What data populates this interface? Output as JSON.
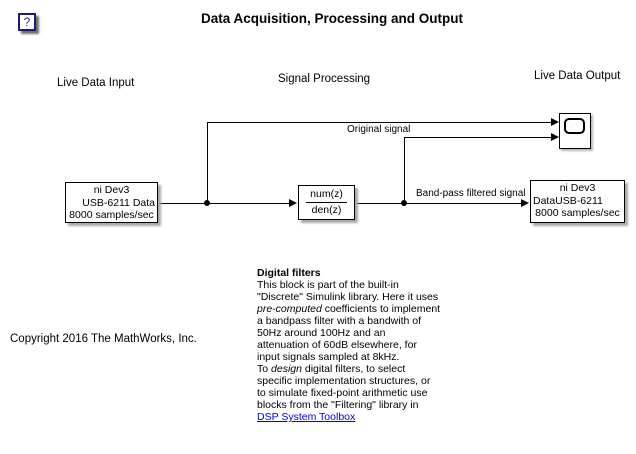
{
  "header": {
    "title": "Data Acquisition, Processing and Output"
  },
  "help_button": {
    "label": "?"
  },
  "section_labels": {
    "input": "Live Data Input",
    "processing": "Signal Processing",
    "output": "Live Data Output"
  },
  "signal_labels": {
    "original": "Original signal",
    "bandpass": "Band-pass filtered signal"
  },
  "blocks": {
    "daq_input": {
      "line1": "ni Dev3",
      "line2": "USB-6211 Data",
      "line3": "8000 samples/sec"
    },
    "filter": {
      "numerator": "num(z)",
      "denominator": "den(z)"
    },
    "daq_output": {
      "line1": "ni Dev3",
      "line2": "DataUSB-6211",
      "line3": "8000 samples/sec"
    }
  },
  "note": {
    "heading": "Digital filters",
    "l1": "This block is part of the built-in",
    "l2": "\"Discrete\" Simulink library. Here it uses",
    "l3a": "pre-computed",
    "l3b": " coefficients to implement",
    "l4": "a bandpass filter with a bandwith of",
    "l5": "50Hz around 100Hz and an",
    "l6": "attenuation of 60dB elsewhere, for",
    "l7": "input signals sampled at 8kHz.",
    "l8a": "To ",
    "l8b": "design",
    "l8c": " digital filters, to select",
    "l9": "specific implementation structures, or",
    "l10": "to simulate fixed-point arithmetic use",
    "l11": "blocks from the \"Filtering\" library in",
    "link": "DSP System Toolbox"
  },
  "footer": {
    "copyright": "Copyright 2016 The MathWorks, Inc."
  },
  "colors": {
    "link": "#0000EE",
    "wire": "#000000",
    "block_border": "#000000",
    "block_shadow": "#a9a9a9",
    "help_border": "#1c1c74",
    "help_text": "#2929a3"
  }
}
